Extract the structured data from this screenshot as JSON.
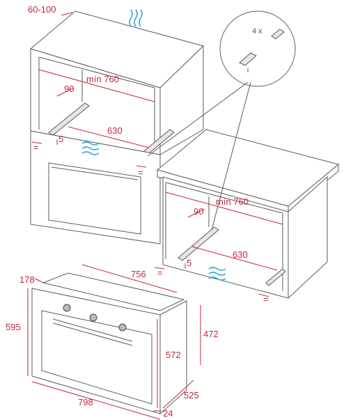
{
  "dimensions": {
    "top_vent_gap": "60-100",
    "upper_cabinet_min_width": "mín 760",
    "upper_cabinet_depth": "90",
    "upper_rail_length": "630",
    "upper_rail_offset": "5",
    "lower_cabinet_min_width": "mín 760",
    "lower_cabinet_depth": "90",
    "lower_rail_length": "630",
    "lower_rail_offset": "5",
    "oven_depth_top": "178",
    "oven_body_width": "756",
    "oven_front_height": "595",
    "oven_front_width": "798",
    "oven_body_height": "572",
    "oven_side_height": "472",
    "oven_side_depth": "525",
    "oven_panel_thickness": "24"
  },
  "equal_markers": [
    "=",
    "=",
    "=",
    "="
  ],
  "detail": {
    "multiplier": "4 x"
  },
  "colors": {
    "dimension": "#c0283b",
    "airflow": "#3aa6d8",
    "outline": "#5a5a5a"
  }
}
